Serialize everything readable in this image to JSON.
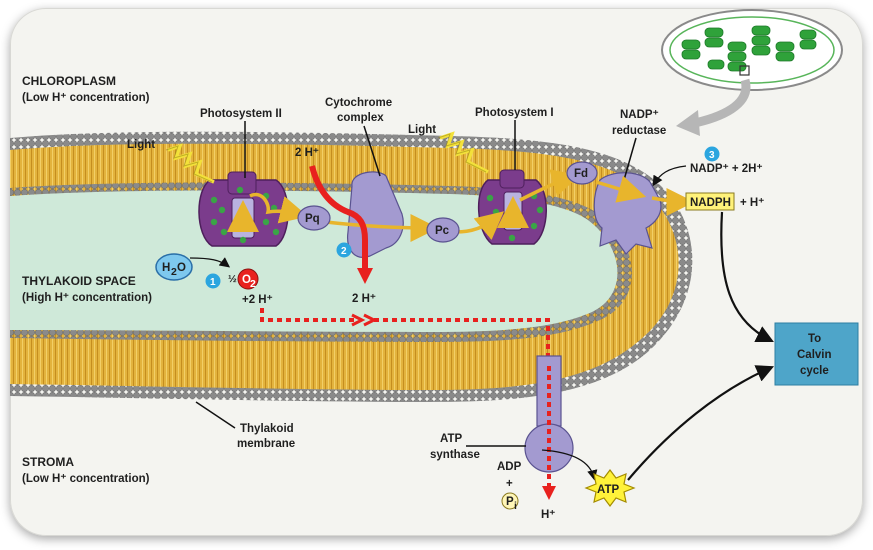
{
  "regions": {
    "chloroplasm": {
      "title": "CHLOROPLASM",
      "sub": "(Low H⁺ concentration)"
    },
    "thylakoid_space": {
      "title": "THYLAKOID SPACE",
      "sub": "(High H⁺ concentration)"
    },
    "stroma": {
      "title": "STROMA",
      "sub": "(Low H⁺ concentration)"
    }
  },
  "complexes": {
    "ps2": "Photosystem II",
    "cyto1": "Cytochrome",
    "cyto2": "complex",
    "ps1": "Photosystem I",
    "nadp_red1": "NADP⁺",
    "nadp_red2": "reductase",
    "atp_syn1": "ATP",
    "atp_syn2": "synthase",
    "membrane1": "Thylakoid",
    "membrane2": "membrane"
  },
  "light": {
    "left": "Light",
    "right": "Light"
  },
  "carriers": {
    "pq": "Pq",
    "pc": "Pc",
    "fd": "Fd"
  },
  "molecules": {
    "h2o_h": "H",
    "h2o_2": "2",
    "h2o_o": "O",
    "half": "½",
    "o2_o": "O",
    "o2_2": "2",
    "plus_2h": "+2 H⁺",
    "two_h_top": "2 H⁺",
    "two_h_bottom": "2 H⁺",
    "nadp_in": "NADP⁺ + 2H⁺",
    "nadph": "NADPH",
    "plus_h": "+ H⁺",
    "adp": "ADP",
    "plus": "+",
    "pi_p": "P",
    "pi_i": "i",
    "atp": "ATP",
    "h_out": "H⁺"
  },
  "steps": [
    "1",
    "2",
    "3"
  ],
  "calvin": {
    "line1": "To",
    "line2": "Calvin",
    "line3": "cycle"
  },
  "colors": {
    "membrane_yellow": "#e3b33d",
    "lipid_head": "#8c8c8c",
    "lumen": "#cfe9d9",
    "protein_purple": "#7b3c8c",
    "protein_lavender": "#a39ad0",
    "proton_red": "#e8211e",
    "electron_arrow": "#f0c23a",
    "calvin_box": "#4ea5c9",
    "step_circle": "#2ba5df",
    "nadph_box": "#fff27a"
  }
}
